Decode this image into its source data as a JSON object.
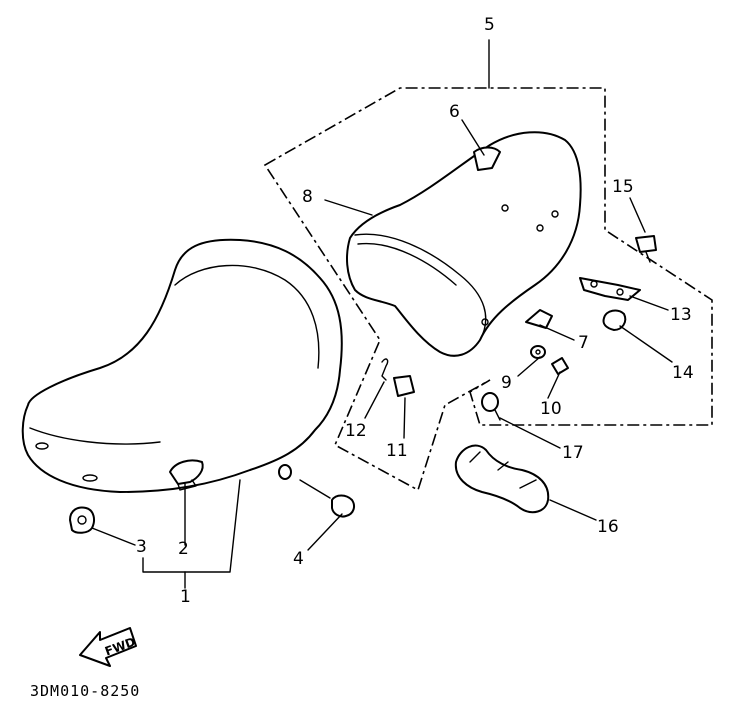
{
  "diagram": {
    "labels": {
      "l1": "1",
      "l2": "2",
      "l3": "3",
      "l4": "4",
      "l5": "5",
      "l6": "6",
      "l7": "7",
      "l8": "8",
      "l9": "9",
      "l10": "10",
      "l11": "11",
      "l12": "12",
      "l13": "13",
      "l14": "14",
      "l15": "15",
      "l16": "16",
      "l17": "17"
    },
    "fwd_arrow_text": "FWD",
    "part_code": "3DM010-8250"
  }
}
